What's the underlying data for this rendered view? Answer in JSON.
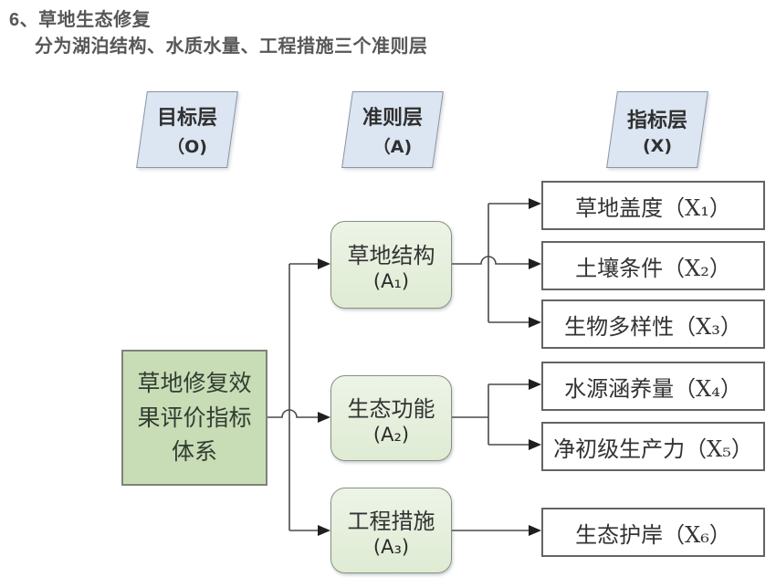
{
  "header": {
    "title": "6、草地生态修复",
    "subtitle": "分为湖泊结构、水质水量、工程措施三个准则层"
  },
  "diagram": {
    "layers": [
      {
        "label": "目标层",
        "code": "（O)"
      },
      {
        "label": "准则层",
        "code": "（A)"
      },
      {
        "label": "指标层",
        "code": "(X)"
      }
    ],
    "goal_node": {
      "label": "草地修复效果评价指标体系"
    },
    "criteria_nodes": [
      {
        "label": "草地结构",
        "code": "(A₁)"
      },
      {
        "label": "生态功能",
        "code": "(A₂)"
      },
      {
        "label": "工程措施",
        "code": "(A₃)"
      }
    ],
    "indicator_nodes": [
      {
        "label": "草地盖度（X₁）"
      },
      {
        "label": "土壤条件（X₂）"
      },
      {
        "label": "生物多样性（X₃）"
      },
      {
        "label": "水源涵养量（X₄）"
      },
      {
        "label": "净初级生产力（X₅）"
      },
      {
        "label": "生态护岸（X₆）"
      }
    ],
    "colors": {
      "title_text": "#575757",
      "layer_tag_fill": "#dce6f2",
      "layer_tag_border": "#8a94a3",
      "goal_fill": "#c8ddb6",
      "goal_border": "#7d837a",
      "criteria_fill": "#e5efdb",
      "criteria_border": "#85927f",
      "indicator_fill": "#ffffff",
      "indicator_border": "#636363",
      "connector_line": "#4a4a4a",
      "arrowhead": "#1f1f1f",
      "node_text": "#333333"
    }
  }
}
